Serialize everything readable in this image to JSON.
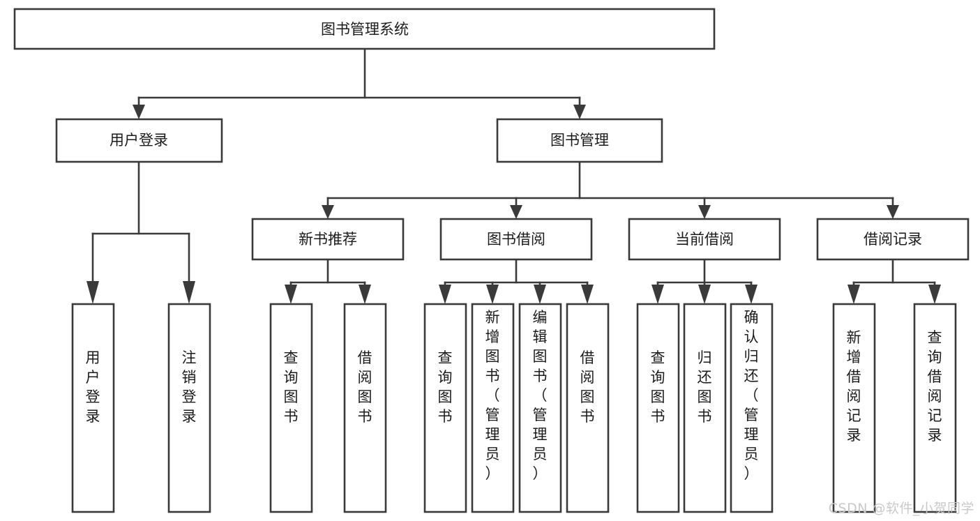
{
  "diagram": {
    "title": "图书管理系统",
    "type": "hierarchy-tree",
    "root": {
      "id": "root",
      "label": "图书管理系统",
      "orientation": "horizontal"
    },
    "level2": [
      {
        "id": "user-login",
        "label": "用户登录",
        "orientation": "horizontal"
      },
      {
        "id": "book-manage",
        "label": "图书管理",
        "orientation": "horizontal"
      }
    ],
    "level3": [
      {
        "id": "new-book-recommend",
        "label": "新书推荐",
        "orientation": "horizontal",
        "parent": "book-manage"
      },
      {
        "id": "book-borrow",
        "label": "图书借阅",
        "orientation": "horizontal",
        "parent": "book-manage"
      },
      {
        "id": "current-borrow",
        "label": "当前借阅",
        "orientation": "horizontal",
        "parent": "book-manage"
      },
      {
        "id": "borrow-record",
        "label": "借阅记录",
        "orientation": "horizontal",
        "parent": "book-manage"
      }
    ],
    "leaves": [
      {
        "id": "leaf-user-login",
        "label": "用户登录",
        "parent": "user-login",
        "orientation": "vertical"
      },
      {
        "id": "leaf-user-logout",
        "label": "注销登录",
        "parent": "user-login",
        "orientation": "vertical"
      },
      {
        "id": "leaf-query-book-1",
        "label": "查询图书",
        "parent": "new-book-recommend",
        "orientation": "vertical"
      },
      {
        "id": "leaf-borrow-book-1",
        "label": "借阅图书",
        "parent": "new-book-recommend",
        "orientation": "vertical"
      },
      {
        "id": "leaf-query-book-2",
        "label": "查询图书",
        "parent": "book-borrow",
        "orientation": "vertical"
      },
      {
        "id": "leaf-add-book",
        "label": "新增图书（管理员）",
        "parent": "book-borrow",
        "orientation": "vertical"
      },
      {
        "id": "leaf-edit-book",
        "label": "编辑图书（管理员）",
        "parent": "book-borrow",
        "orientation": "vertical"
      },
      {
        "id": "leaf-borrow-book-2",
        "label": "借阅图书",
        "parent": "book-borrow",
        "orientation": "vertical"
      },
      {
        "id": "leaf-query-book-3",
        "label": "查询图书",
        "parent": "current-borrow",
        "orientation": "vertical"
      },
      {
        "id": "leaf-return-book",
        "label": "归还图书",
        "parent": "current-borrow",
        "orientation": "vertical"
      },
      {
        "id": "leaf-confirm-return",
        "label": "确认归还（管理员）",
        "parent": "current-borrow",
        "orientation": "vertical"
      },
      {
        "id": "leaf-add-record",
        "label": "新增借阅记录",
        "parent": "borrow-record",
        "orientation": "vertical"
      },
      {
        "id": "leaf-query-record",
        "label": "查询借阅记录",
        "parent": "borrow-record",
        "orientation": "vertical"
      }
    ],
    "colors": {
      "box_stroke": "#3a3a3a",
      "box_fill": "#ffffff",
      "text": "#1b1b1b",
      "background": "#ffffff",
      "watermark": "#c9c9c9"
    }
  },
  "watermark": {
    "text": "CSDN @软件_小贺同学"
  }
}
